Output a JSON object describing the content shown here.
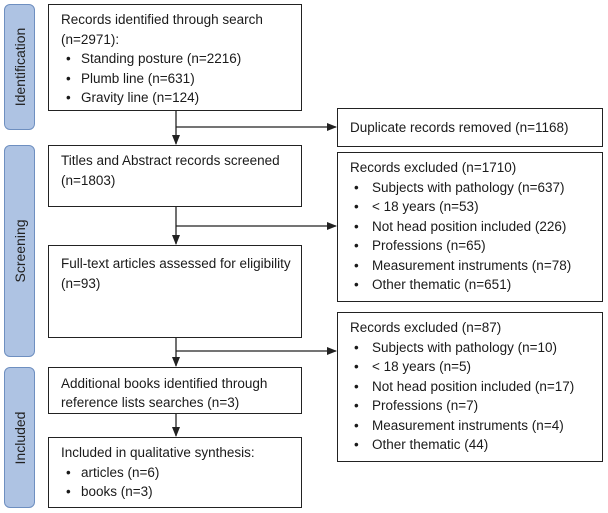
{
  "phases": [
    {
      "id": "identification",
      "label": "Identification"
    },
    {
      "id": "screening",
      "label": "Screening"
    },
    {
      "id": "included",
      "label": "Included"
    }
  ],
  "boxes": {
    "identified": {
      "title": "Records identified through search (n=2971):",
      "items": [
        "Standing posture (n=2216)",
        "Plumb line (n=631)",
        "Gravity line (n=124)"
      ]
    },
    "duplicates": {
      "title": "Duplicate records removed (n=1168)"
    },
    "screened": {
      "title": "Titles and Abstract records screened (n=1803)"
    },
    "excluded1": {
      "title": "Records excluded (n=1710)",
      "items": [
        "Subjects with pathology (n=637)",
        "< 18 years (n=53)",
        "Not head position included (226)",
        "Professions (n=65)",
        "Measurement instruments (n=78)",
        "Other thematic (n=651)"
      ]
    },
    "fulltext": {
      "title": "Full-text articles assessed for eligibility (n=93)"
    },
    "excluded2": {
      "title": "Records excluded (n=87)",
      "items": [
        "Subjects with pathology (n=10)",
        "< 18 years (n=5)",
        "Not head position included (n=17)",
        "Professions (n=7)",
        "Measurement instruments (n=4)",
        "Other thematic (44)"
      ]
    },
    "additional": {
      "title": "Additional books identified through reference lists searches (n=3)"
    },
    "included": {
      "title": "Included in qualitative synthesis:",
      "items": [
        "articles (n=6)",
        "books (n=3)"
      ]
    }
  },
  "colors": {
    "phase_fill": "#aec3e3",
    "phase_border": "#6e8fc0",
    "box_border": "#222222",
    "arrow": "#222222"
  }
}
